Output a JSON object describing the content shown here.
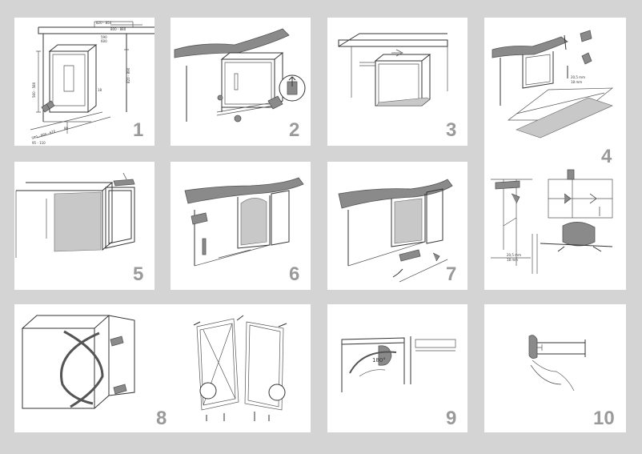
{
  "steps": [
    {
      "number": "1",
      "labels": [
        "800 - 880",
        "820 - 850",
        "820 - 890",
        "560 - 580",
        "580 - 600 - 670",
        "590",
        "600",
        "18",
        "80",
        "95 - 110"
      ]
    },
    {
      "number": "2"
    },
    {
      "number": "3"
    },
    {
      "number": "4",
      "labels": [
        "20,5 mm",
        "18 mm",
        "20,5 mm",
        "18 mm"
      ]
    },
    {
      "number": "5"
    },
    {
      "number": "6"
    },
    {
      "number": "7"
    },
    {
      "number": "8"
    },
    {
      "number": "9",
      "labels": [
        "180°"
      ]
    },
    {
      "number": "10"
    }
  ],
  "colors": {
    "background": "#d4d4d4",
    "panel": "#ffffff",
    "number": "#9a9a9a",
    "worktop": "#8a8a8a"
  }
}
